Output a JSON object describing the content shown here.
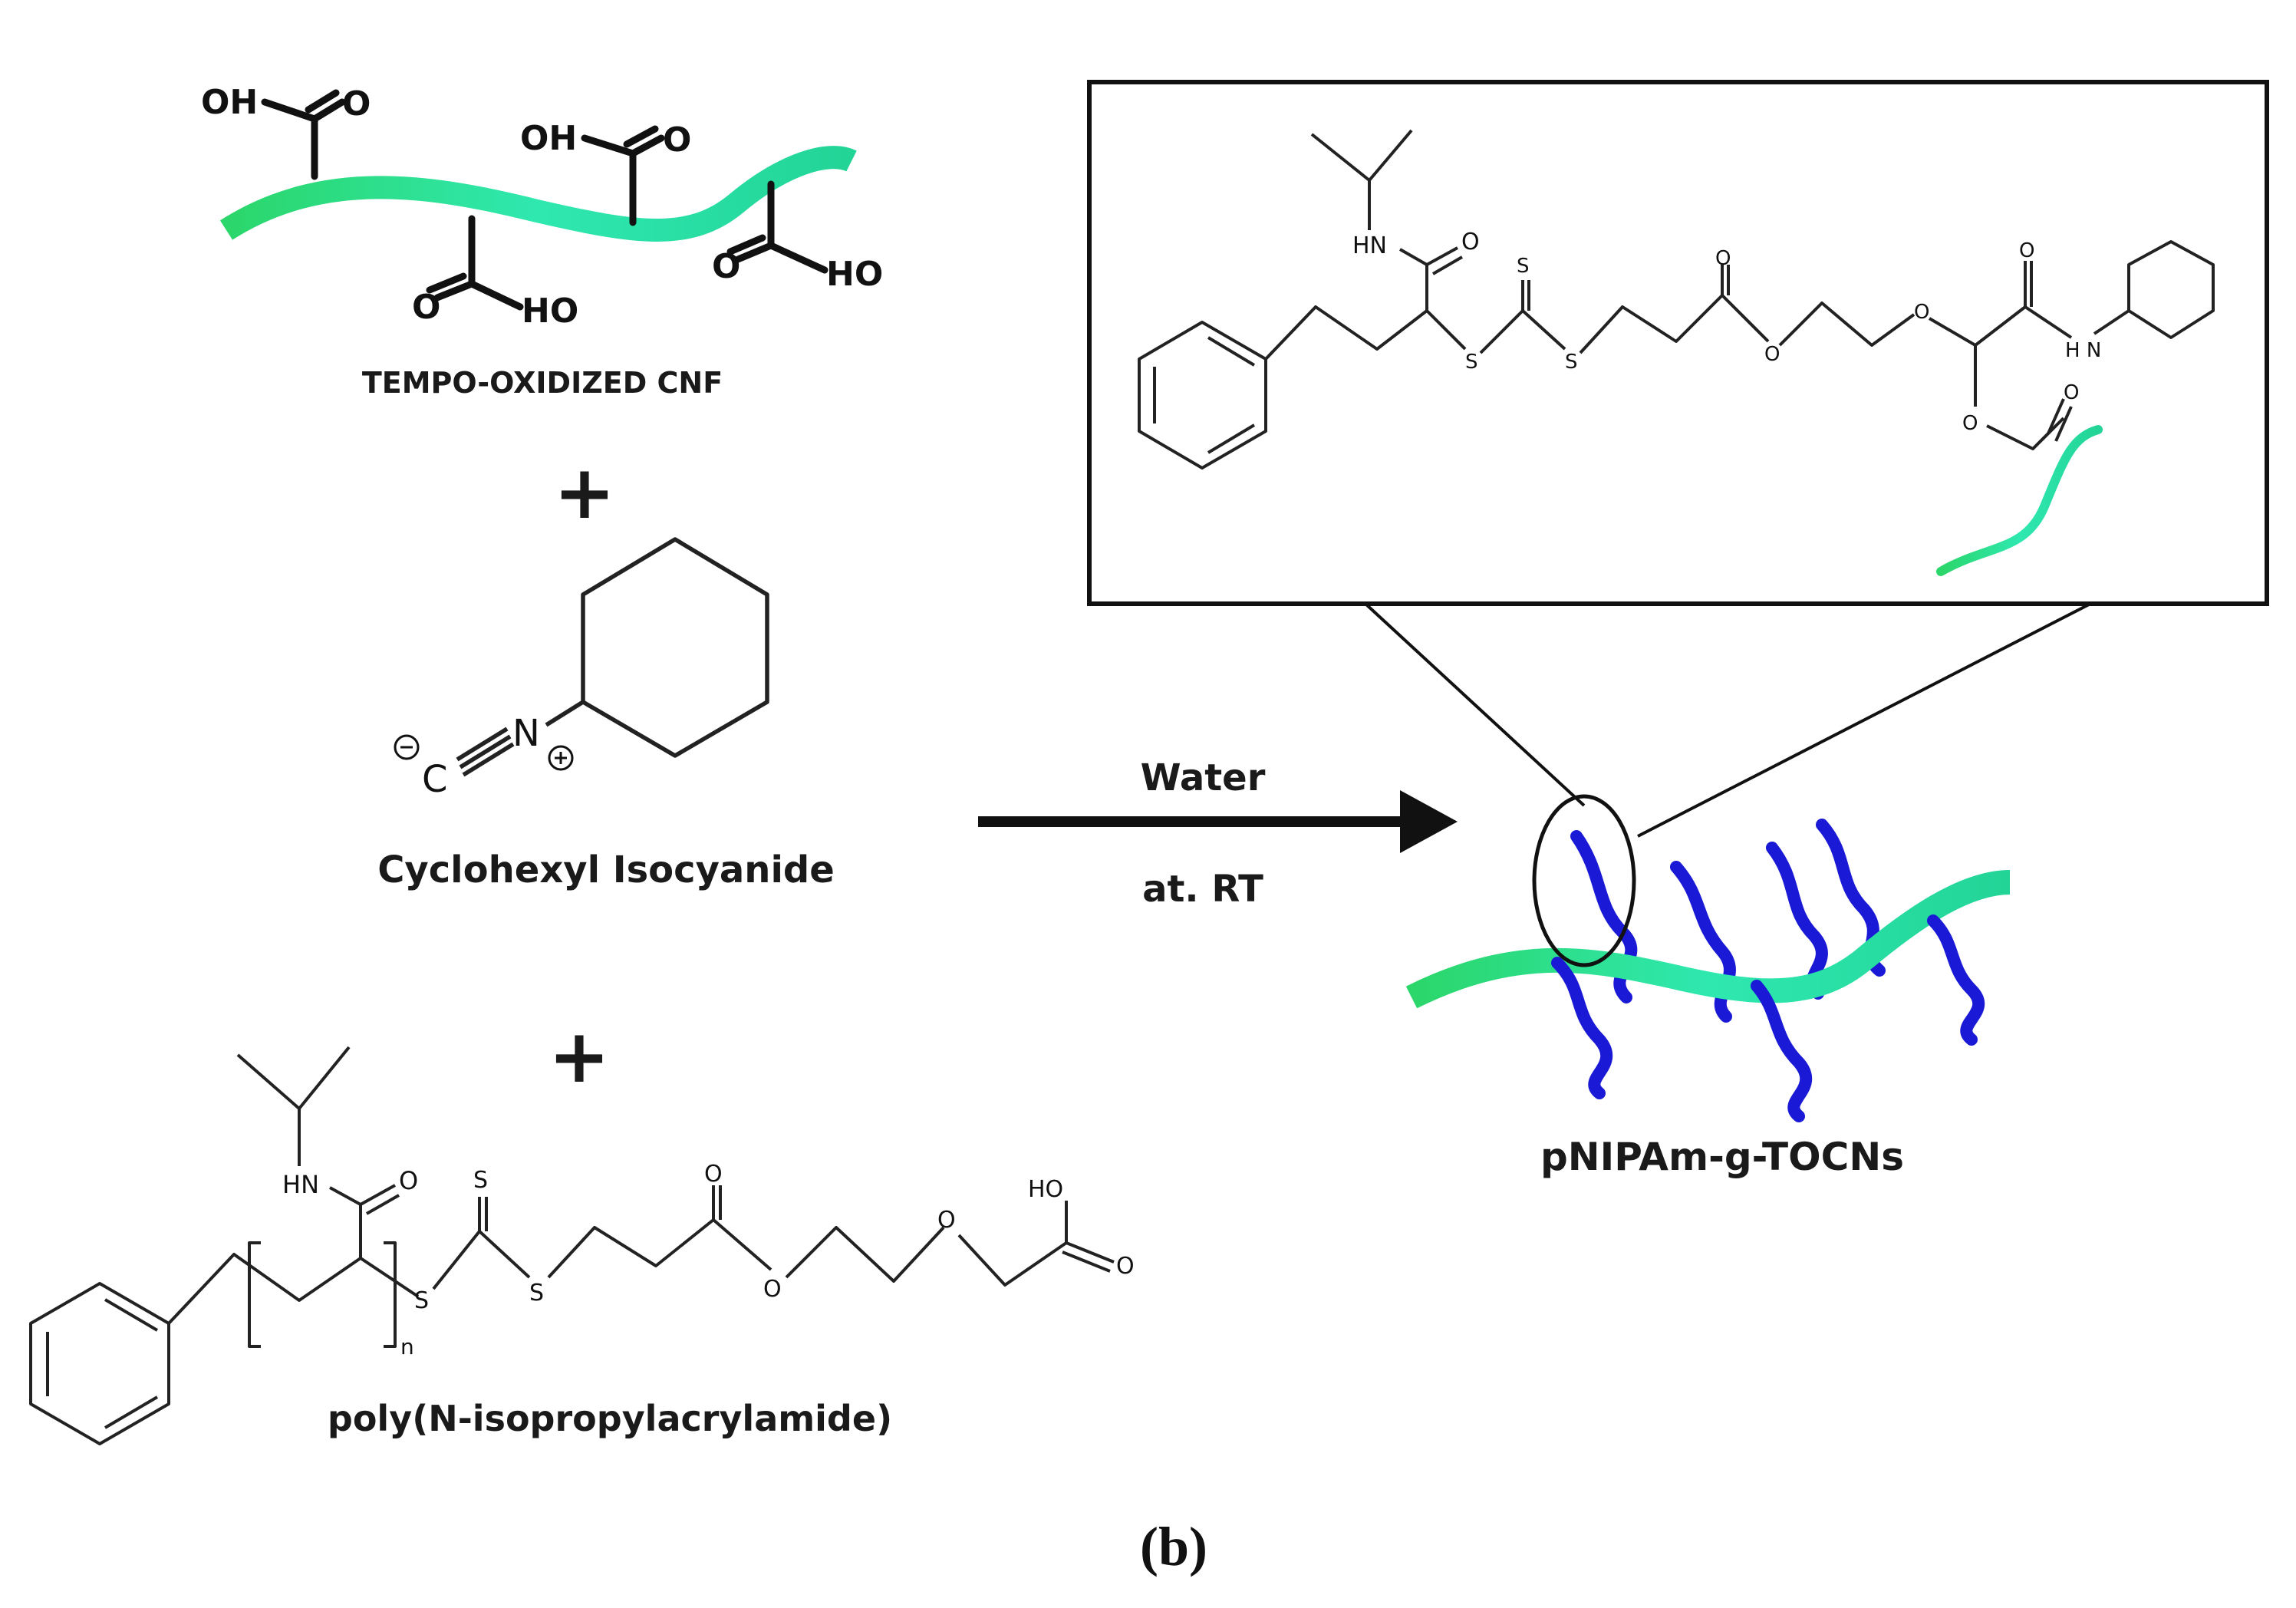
{
  "labels": {
    "tempo_cnf": "TEMPO-OXIDIZED CNF",
    "plus_1": "+",
    "cyclohexyl_isocyanide": "Cyclohexyl Isocyanide",
    "plus_2": "+",
    "pnipam": "poly(N-isopropylacrylamide)",
    "condition_solvent": "Water",
    "condition_temp": "at. RT",
    "product": "pNIPAm-g-TOCNs",
    "panel": "(b)"
  },
  "structures": {
    "oh": "OH",
    "ho": "HO",
    "o": "O",
    "n": "N",
    "c": "C",
    "s": "S",
    "hn": "HN",
    "h_n": "H N",
    "n_sub": "n"
  },
  "colors": {
    "fiber_dark": "#2bd66a",
    "fiber_light": "#2fe8b0",
    "fiber_mid": "#22d496",
    "polymer": "#1a1ad6"
  }
}
